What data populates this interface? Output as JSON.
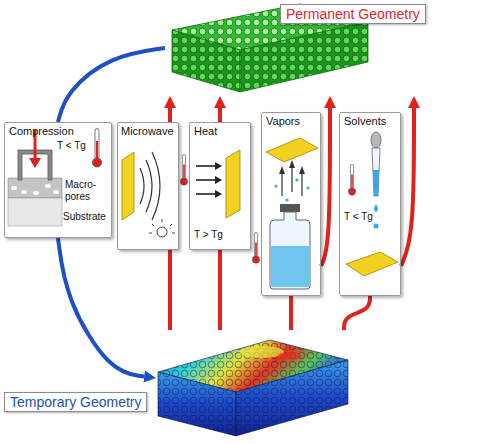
{
  "diagram": {
    "nodes": [
      {
        "text": [
          "Permanent Geometry"
        ]
      },
      {
        "text": [
          "Compression",
          "T < Tg",
          "Macro- pores",
          "Substrate"
        ]
      },
      {
        "text": [
          "Microwave"
        ]
      },
      {
        "text": [
          "Heat",
          "T > Tg"
        ]
      },
      {
        "text": [
          "Vapors"
        ]
      },
      {
        "text": [
          "Solvents",
          "T < Tg"
        ]
      },
      {
        "text": [
          "Temporary Geometry"
        ]
      }
    ],
    "edges": [
      {
        "from": 0,
        "to": 1,
        "arrow": "none"
      },
      {
        "from": 1,
        "to": 6,
        "arrow": "to"
      },
      {
        "from": 6,
        "to": 2,
        "arrow": "none"
      },
      {
        "from": 2,
        "to": 0,
        "arrow": "to"
      },
      {
        "from": 6,
        "to": 3,
        "arrow": "none"
      },
      {
        "from": 3,
        "to": 0,
        "arrow": "to"
      },
      {
        "from": 6,
        "to": 4,
        "arrow": "none"
      },
      {
        "from": 4,
        "to": 0,
        "arrow": "to"
      },
      {
        "from": 6,
        "to": 5,
        "arrow": "none"
      },
      {
        "from": 5,
        "to": 0,
        "arrow": "to"
      }
    ]
  }
}
